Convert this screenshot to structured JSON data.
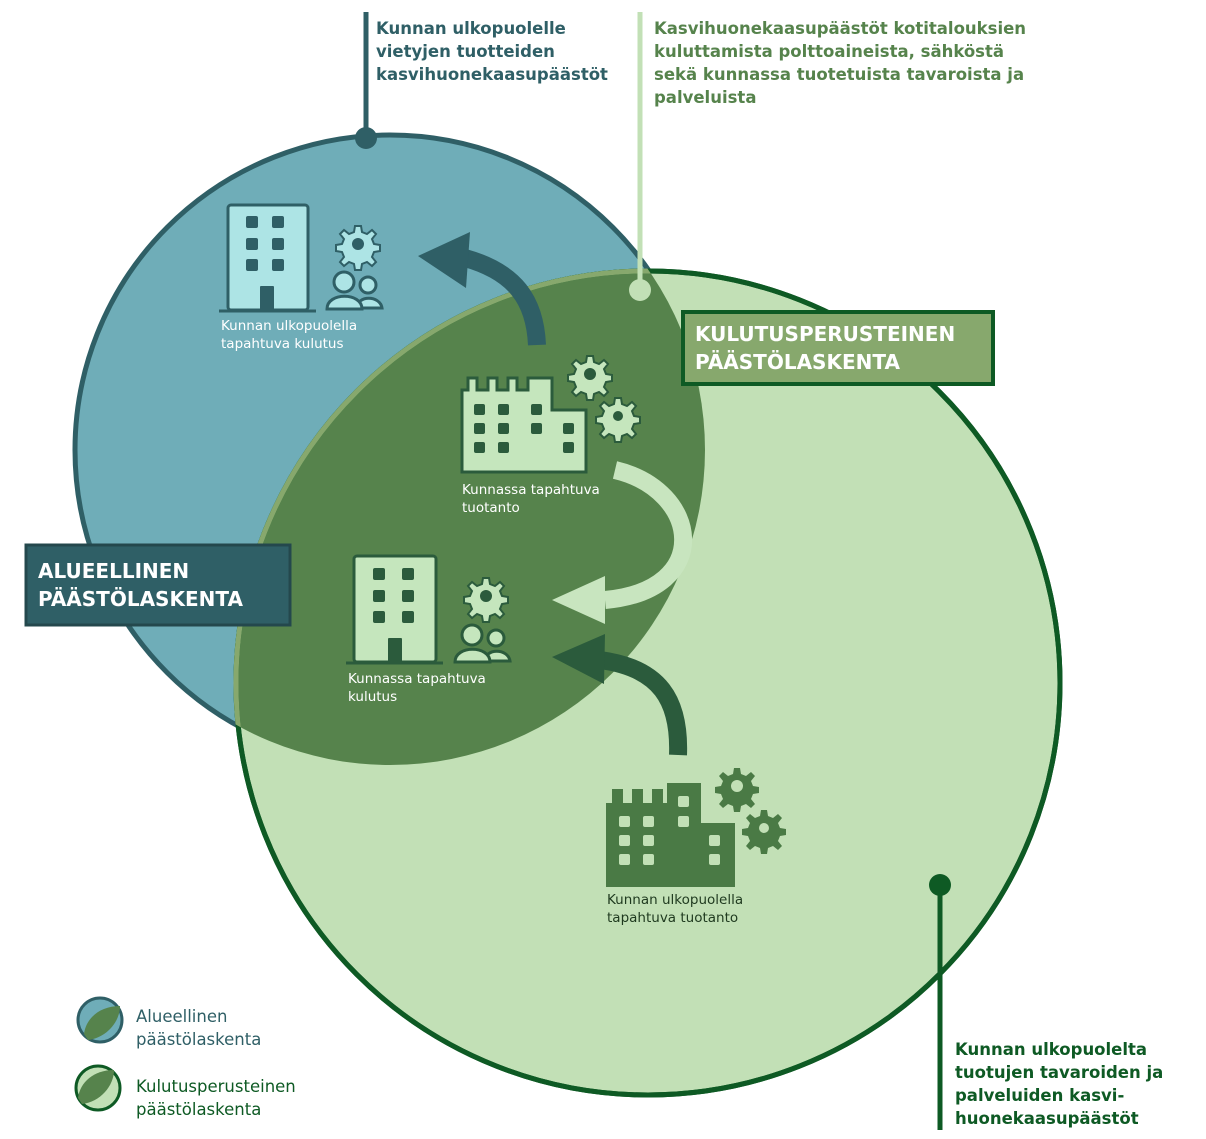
{
  "colors": {
    "blue_circle": "#6fadb8",
    "blue_dark": "#2f5f66",
    "green_light": "#c2e0b6",
    "green_mid": "#568a4c",
    "green_overlap": "#56834c",
    "green_dark": "#0e5a24",
    "green_box": "#87a86d",
    "icon_light": "#c5e6bd",
    "icon_cyan": "#ade4e5",
    "icon_darkgreen": "#4a7a45",
    "arrow_dark": "#2b5b3c",
    "arrow_light": "#c8e5bf"
  },
  "callouts": {
    "top_left": [
      "Kunnan ulkopuolelle",
      "vietyjen tuotteiden",
      "kasvihuonekaasupäästöt"
    ],
    "top_right": [
      "Kasvihuonekaasupäästöt kotitalouksien",
      "kuluttamista polttoaineista, sähköstä",
      "sekä kunnassa tuotetuista tavaroista ja",
      "palveluista"
    ],
    "bottom_right": [
      "Kunnan ulkopuolelta",
      "tuotujen tavaroiden ja",
      "palveluiden kasvi-",
      "huonekaasupäästöt"
    ]
  },
  "boxes": {
    "kulutus": [
      "KULUTUSPERUSTEINEN",
      "PÄÄSTÖLASKENTA"
    ],
    "alueellinen": [
      "ALUEELLINEN",
      "PÄÄSTÖLASKENTA"
    ]
  },
  "nodes": {
    "outside_consumption": [
      "Kunnan ulkopuolella",
      "tapahtuva kulutus"
    ],
    "local_production": [
      "Kunnassa tapahtuva",
      "tuotanto"
    ],
    "local_consumption": [
      "Kunnassa tapahtuva",
      "kulutus"
    ],
    "outside_production": [
      "Kunnan ulkopuolella",
      "tapahtuva tuotanto"
    ]
  },
  "legend": {
    "alueellinen": [
      "Alueellinen",
      "päästölaskenta"
    ],
    "kulutus": [
      "Kulutusperusteinen",
      "päästölaskenta"
    ]
  },
  "icons": {
    "building": "building-icon",
    "factory": "factory-icon",
    "gear": "gear-icon",
    "people": "people-icon",
    "arrow": "arrow-icon"
  }
}
